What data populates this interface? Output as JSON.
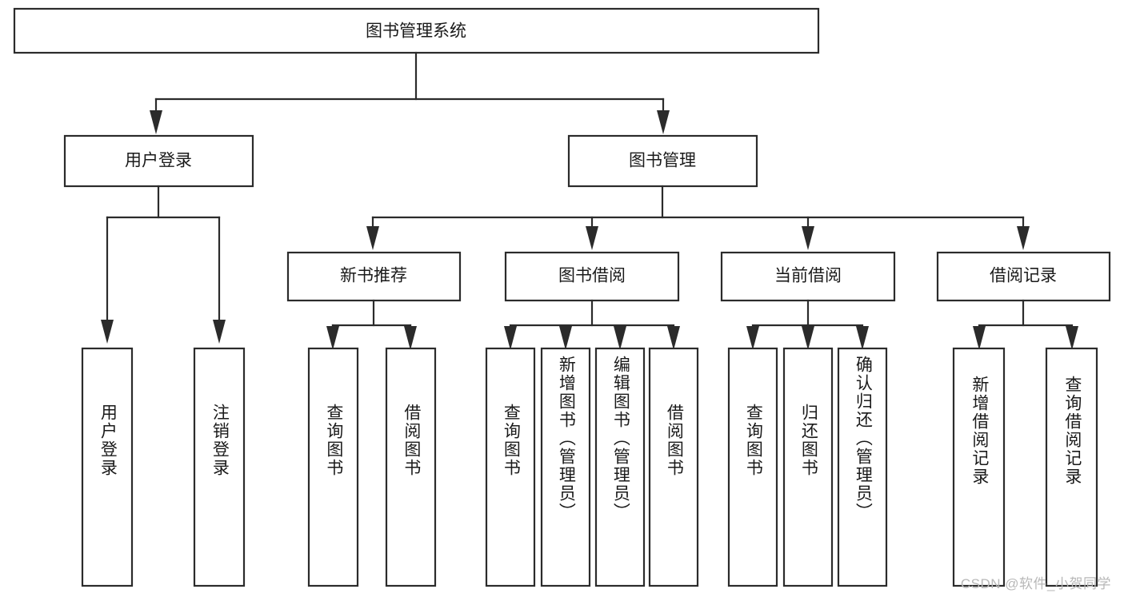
{
  "diagram": {
    "type": "tree",
    "title": "图书管理系统",
    "watermark": "CSDN @软件_小贺同学",
    "colors": {
      "background": "#ffffff",
      "stroke": "#2b2b2b",
      "text": "#1a1a1a",
      "watermark": "#b8b8b8"
    },
    "root": {
      "label": "图书管理系统",
      "level": 1
    },
    "level2": [
      {
        "id": "user-login",
        "label": "用户登录"
      },
      {
        "id": "book-manage",
        "label": "图书管理"
      }
    ],
    "level3": [
      {
        "id": "new-book-rec",
        "label": "新书推荐",
        "parent": "book-manage"
      },
      {
        "id": "book-borrow",
        "label": "图书借阅",
        "parent": "book-manage"
      },
      {
        "id": "current-borrow",
        "label": "当前借阅",
        "parent": "book-manage"
      },
      {
        "id": "borrow-record",
        "label": "借阅记录",
        "parent": "book-manage"
      }
    ],
    "leaves": [
      {
        "id": "leaf-1",
        "label": "用户登录",
        "parent": "user-login"
      },
      {
        "id": "leaf-2",
        "label": "注销登录",
        "parent": "user-login"
      },
      {
        "id": "leaf-3",
        "label": "查询图书",
        "parent": "new-book-rec"
      },
      {
        "id": "leaf-4",
        "label": "借阅图书",
        "parent": "new-book-rec"
      },
      {
        "id": "leaf-5",
        "label": "查询图书",
        "parent": "book-borrow"
      },
      {
        "id": "leaf-6",
        "label": "新增图书（管理员）",
        "parent": "book-borrow"
      },
      {
        "id": "leaf-7",
        "label": "编辑图书（管理员）",
        "parent": "book-borrow"
      },
      {
        "id": "leaf-8",
        "label": "借阅图书",
        "parent": "book-borrow"
      },
      {
        "id": "leaf-9",
        "label": "查询图书",
        "parent": "current-borrow"
      },
      {
        "id": "leaf-10",
        "label": "归还图书",
        "parent": "current-borrow"
      },
      {
        "id": "leaf-11",
        "label": "确认归还（管理员）",
        "parent": "current-borrow"
      },
      {
        "id": "leaf-12",
        "label": "新增借阅记录",
        "parent": "borrow-record"
      },
      {
        "id": "leaf-13",
        "label": "查询借阅记录",
        "parent": "borrow-record"
      }
    ]
  }
}
